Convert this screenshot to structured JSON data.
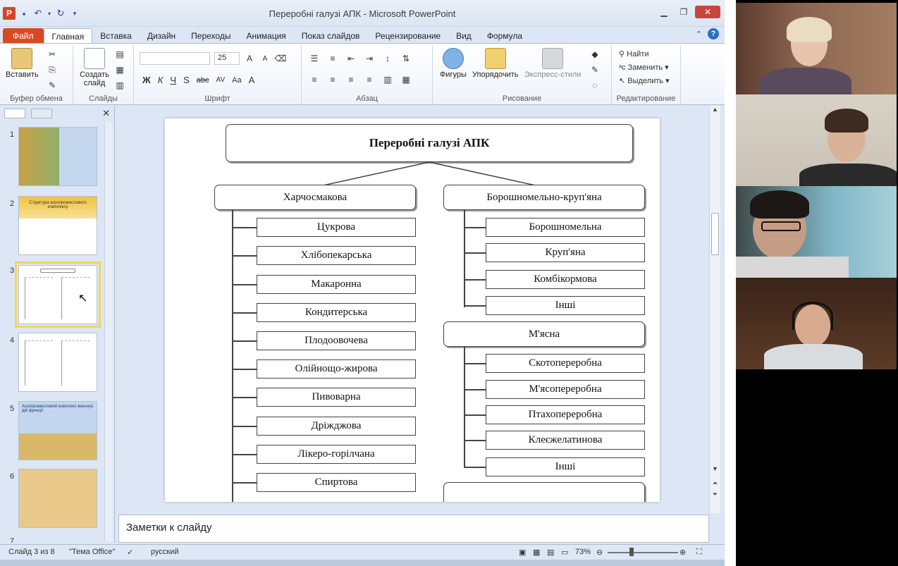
{
  "window": {
    "title": "Переробні галузі АПК - Microsoft PowerPoint",
    "app_logo": "P"
  },
  "tabs": {
    "file": "Файл",
    "items": [
      "Главная",
      "Вставка",
      "Дизайн",
      "Переходы",
      "Анимация",
      "Показ слайдов",
      "Рецензирование",
      "Вид",
      "Формула"
    ],
    "active": "Главная"
  },
  "ribbon": {
    "clipboard": {
      "paste": "Вставить",
      "group": "Буфер обмена"
    },
    "slides": {
      "new_slide": "Создать слайд",
      "group": "Слайды"
    },
    "font": {
      "size": "25",
      "group": "Шрифт",
      "bold": "Ж",
      "italic": "К",
      "underline": "Ч",
      "strike": "S",
      "abc": "abc",
      "spacing": "AV",
      "case": "Aa",
      "color_a": "A"
    },
    "paragraph": {
      "group": "Абзац"
    },
    "drawing": {
      "shapes": "Фигуры",
      "arrange": "Упорядочить",
      "quick_styles": "Экспресс-стили",
      "group": "Рисование"
    },
    "editing": {
      "find": "Найти",
      "replace": "Заменить",
      "select": "Выделить",
      "group": "Редактирование"
    }
  },
  "thumbnails": {
    "numbers": [
      "1",
      "2",
      "3",
      "4",
      "5",
      "6",
      "7"
    ],
    "selected": "3",
    "slide2_title": "Структура агропромислового комплексу",
    "slide5_title": "Агропромисловий комплекс виконує дві функції:"
  },
  "slide": {
    "title": "Переробні галузі АПК",
    "left_head": "Харчосмакова",
    "left_items": [
      "Цукрова",
      "Хлібопекарська",
      "Макаронна",
      "Кондитерська",
      "Плодоовочева",
      "Олійнощо-жирова",
      "Пивоварна",
      "Дріжджова",
      "Лікеро-горілчана",
      "Спиртова"
    ],
    "right_head": "Борошномельно-круп'яна",
    "right_items": [
      "Борошномельна",
      "Круп'яна",
      "Комбікормова",
      "Інші"
    ],
    "right_head2": "М'ясна",
    "right_items2": [
      "Скотопереробна",
      "М'ясопереробна",
      "Птахопереробна",
      "Клеєжелатинова",
      "Інші"
    ]
  },
  "notes": {
    "placeholder": "Заметки к слайду"
  },
  "status": {
    "slide_info": "Слайд 3 из 8",
    "theme": "\"Тема Office\"",
    "language": "русский",
    "zoom": "73%"
  },
  "colors": {
    "file_tab": "#d74b24",
    "ribbon_bg": "#dce6f4",
    "selected_thumb": "#f5d45c"
  }
}
